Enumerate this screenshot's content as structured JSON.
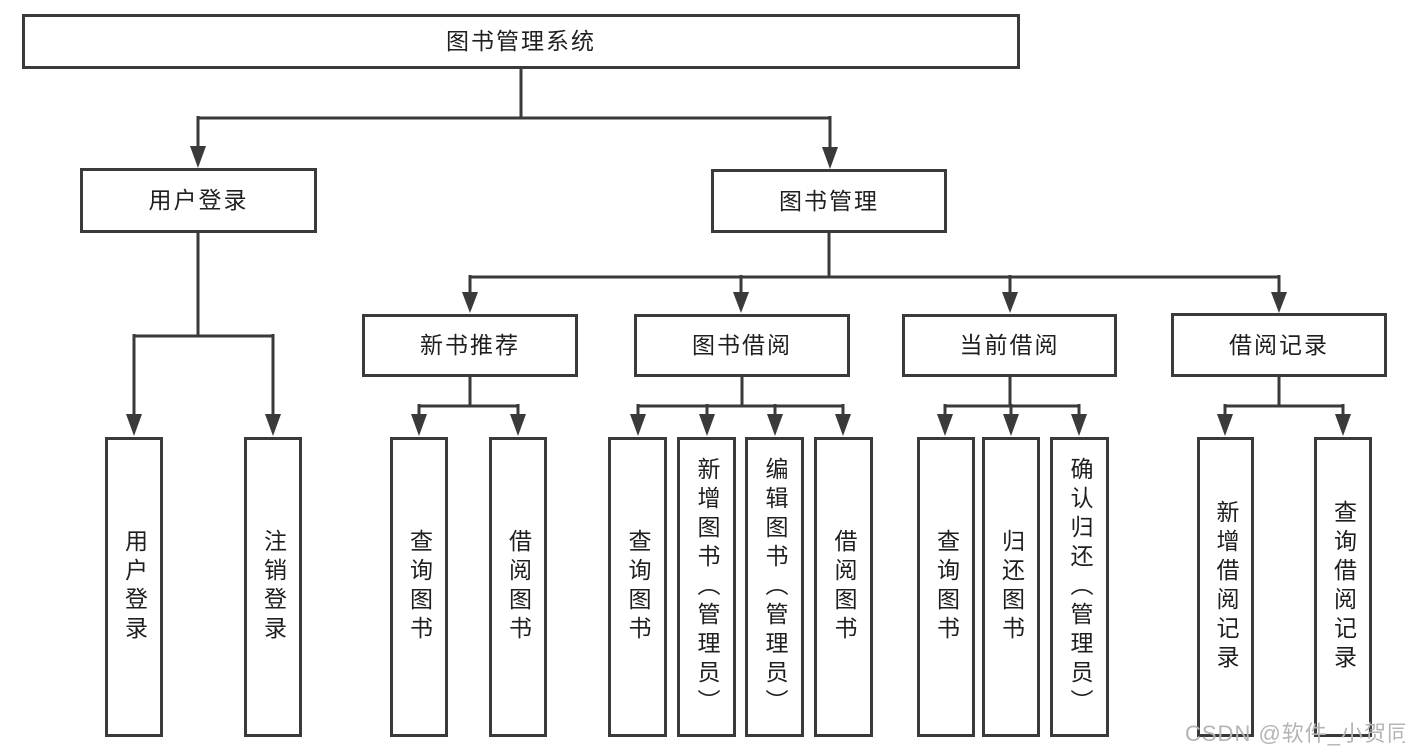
{
  "diagram": {
    "root": {
      "label": "图书管理系统",
      "children": [
        {
          "label": "用户登录",
          "children": [
            {
              "label": "用户登录"
            },
            {
              "label": "注销登录"
            }
          ]
        },
        {
          "label": "图书管理",
          "children": [
            {
              "label": "新书推荐",
              "children": [
                {
                  "label": "查询图书"
                },
                {
                  "label": "借阅图书"
                }
              ]
            },
            {
              "label": "图书借阅",
              "children": [
                {
                  "label": "查询图书"
                },
                {
                  "label": "新增图书（管理员）"
                },
                {
                  "label": "编辑图书（管理员）"
                },
                {
                  "label": "借阅图书"
                }
              ]
            },
            {
              "label": "当前借阅",
              "children": [
                {
                  "label": "查询图书"
                },
                {
                  "label": "归还图书"
                },
                {
                  "label": "确认归还（管理员）"
                }
              ]
            },
            {
              "label": "借阅记录",
              "children": [
                {
                  "label": "新增借阅记录"
                },
                {
                  "label": "查询借阅记录"
                }
              ]
            }
          ]
        }
      ]
    }
  },
  "watermark": {
    "text": "CSDN @软件_小贺同学"
  },
  "colors": {
    "line": "#3a3a3a",
    "text": "#1f1f1f",
    "background": "#ffffff",
    "watermark": "#b5b5b5"
  }
}
